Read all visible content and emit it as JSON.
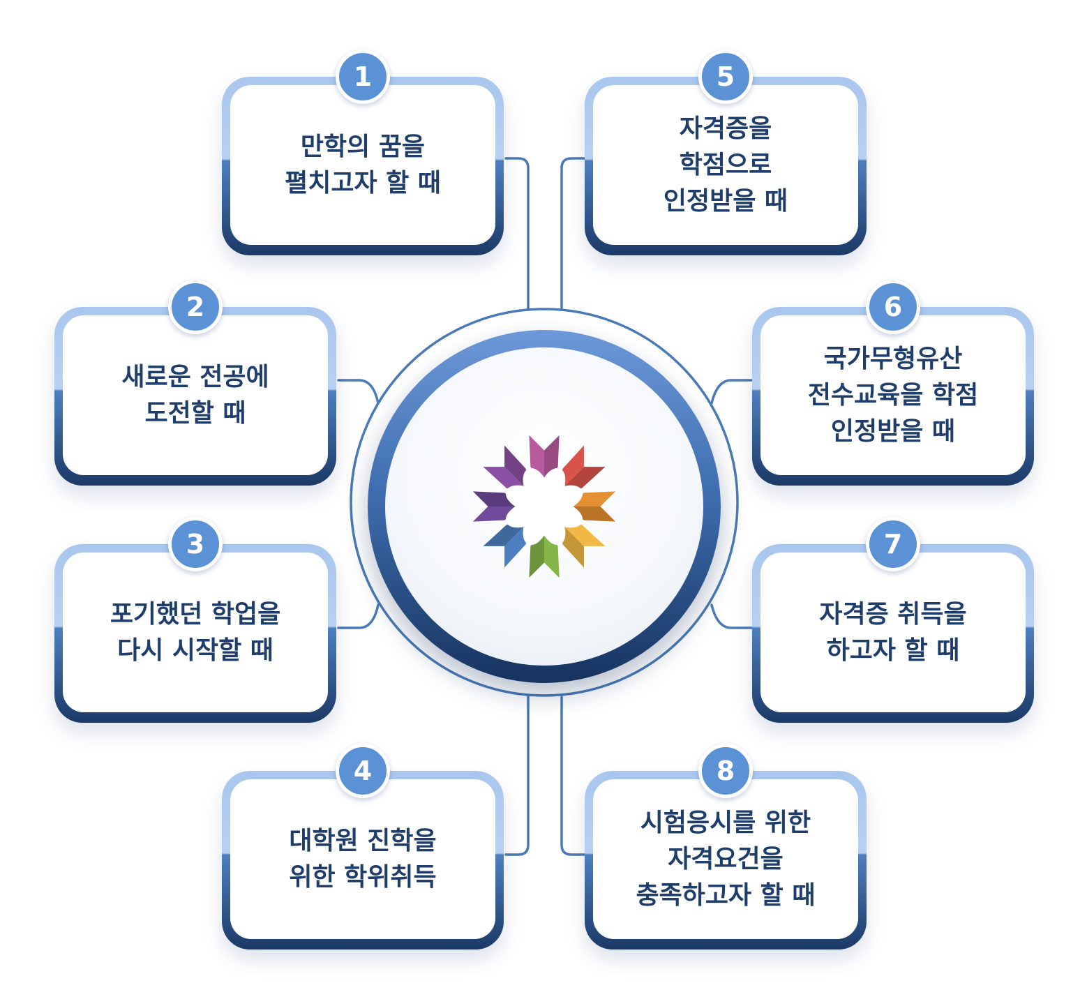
{
  "palette": {
    "accent": "#5b92d6",
    "text": "#1f3d6b",
    "border_light": "#a9c6ee",
    "border_dark": "#1b3966",
    "connector": "#4a79b8"
  },
  "logo": {
    "icon": "flower-logo-icon",
    "petal_colors": [
      "#b95a9d",
      "#d8534a",
      "#e48f32",
      "#f2b845",
      "#86b548",
      "#4d7fc0",
      "#6f4a9a",
      "#8b4fa4"
    ]
  },
  "cards": [
    {
      "number": "1",
      "text": "만학의 꿈을\n펼치고자 할 때"
    },
    {
      "number": "2",
      "text": "새로운 전공에\n도전할 때"
    },
    {
      "number": "3",
      "text": "포기했던 학업을\n다시 시작할 때"
    },
    {
      "number": "4",
      "text": "대학원 진학을\n위한 학위취득"
    },
    {
      "number": "5",
      "text": "자격증을\n학점으로\n인정받을 때"
    },
    {
      "number": "6",
      "text": "국가무형유산\n전수교육을 학점\n인정받을 때"
    },
    {
      "number": "7",
      "text": "자격증 취득을\n하고자 할 때"
    },
    {
      "number": "8",
      "text": "시험응시를 위한\n자격요건을\n충족하고자 할 때"
    }
  ]
}
